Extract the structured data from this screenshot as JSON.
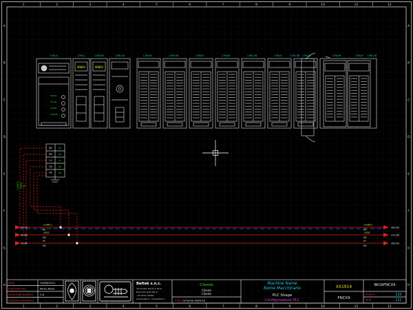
{
  "colors": {
    "background": "#000000",
    "frame": "#d8d8d8",
    "grid": "#1f1f1f",
    "wire_red": "#e02020",
    "green_text": "#20e020",
    "yellow_text": "#e0e020",
    "cyan_text": "#20d0e0",
    "magenta_text": "#e040e0",
    "blue_line": "#3060ff"
  },
  "ruler": {
    "top": [
      "1",
      "2",
      "3",
      "4",
      "5",
      "6",
      "7",
      "8",
      "9",
      "10",
      "11",
      "12"
    ],
    "side": [
      "A",
      "B",
      "C",
      "D",
      "E",
      "F",
      "G",
      "H"
    ]
  },
  "rack": {
    "slots": [
      "1756-A",
      "1756-L",
      "1756-EN",
      "1756-CN",
      "1756-IB",
      "1756-OB",
      "1756-IF",
      "1756-IB",
      "1756-OB",
      "1756-IF",
      "1756-OB",
      "1756-IB",
      "1756-PA",
      "1756-IF",
      "1756-OB"
    ],
    "display_a": "AB001",
    "display_b": "AB002"
  },
  "wiring": {
    "labels_left": [
      "74.16",
      "90.64",
      "74.64"
    ],
    "labels_right": [
      "390.80",
      "372.64",
      "390.64"
    ],
    "bus": [
      "+24DC1",
      "M1",
      "-24DC",
      "M2",
      "PE",
      "M3"
    ],
    "terminal": [
      "M1",
      "M2",
      "L1",
      "G4",
      "PE"
    ],
    "vertical": [
      "+24DC1",
      "-24DC",
      "PE"
    ]
  },
  "title_block": {
    "row_labels": [
      "DATA",
      "DISEGNATORE",
      "REVISIONE NUMERO",
      "DISEGNO ORIGINALE"
    ],
    "row_values": [
      "19/08/2014",
      "Mario Rossi",
      "2.8",
      ""
    ],
    "company": "Beltek s.n.c.",
    "address": [
      "Via Cambio Merito 9, Bova",
      "Bova Tecnosoft (PN) IT",
      "+39 0434 579884",
      "www.beltek.it - info@beltek.it"
    ],
    "client_header": "Cliente",
    "client_lines": [
      "Cliente",
      "Cliente"
    ],
    "client_footer_label": "TITOLO",
    "client_footer_value": "Schema Elettrico",
    "machine_name": "Machine Name",
    "machine_sub": "Nome Macchinario",
    "drawing_title": "PLC Shape",
    "drawing_sub": "Configurazione PLC",
    "code": "XX1914",
    "ref": "BK16FNCX9",
    "fnc": "FNCX9",
    "sheet_labels": [
      "FOGLIO",
      "MOD"
    ],
    "sheet_values": [
      "120",
      "121"
    ]
  }
}
